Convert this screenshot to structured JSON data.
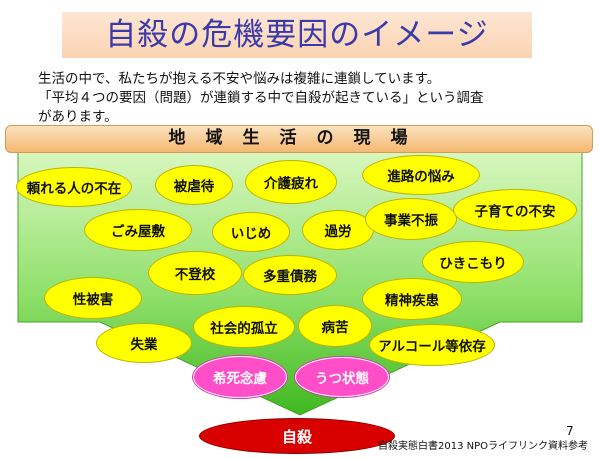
{
  "title": "自殺の危機要因のイメージ",
  "intro": {
    "line1": "生活の中で、私たちが抱える不安や悩みは複雑に連鎖しています。",
    "line2": "「平均４つの要因（問題）が連鎖する中で自殺が起きている」という調査",
    "line3": "があります。"
  },
  "band_label": "地域生活の現場",
  "factors": [
    "頼れる人の不在",
    "被虐待",
    "介護疲れ",
    "進路の悩み",
    "ごみ屋敷",
    "いじめ",
    "過労",
    "事業不振",
    "子育ての不安",
    "不登校",
    "多重債務",
    "ひきこもり",
    "性被害",
    "精神疾患",
    "失業",
    "社会的孤立",
    "病苦",
    "アルコール等依存"
  ],
  "critical": [
    "希死念慮",
    "うつ状態"
  ],
  "outcome": "自殺",
  "page_number": "7",
  "source": "自殺実態白書2013 NPOライフリンク資料参考",
  "colors": {
    "title": "#3a3aa8",
    "factor": "#ffff00",
    "critical": "#ff4ec8",
    "outcome": "#d90000",
    "arrow": "#5ecf3a"
  }
}
